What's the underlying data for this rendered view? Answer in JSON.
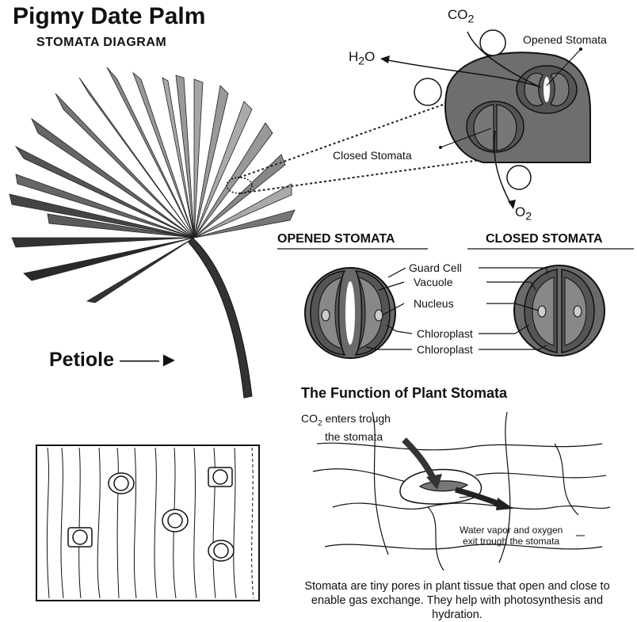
{
  "title": "Pigmy Date Palm",
  "subtitle": "STOMATA DIAGRAM",
  "petiole_label": "Petiole",
  "leaf_inset": {
    "co2": "CO",
    "co2_sub": "2",
    "h2o_a": "H",
    "h2o_sub": "2",
    "h2o_b": "O",
    "o2": "O",
    "o2_sub": "2",
    "opened_label": "Opened Stomata",
    "closed_label": "Closed Stomata"
  },
  "comparison": {
    "opened_header": "OPENED STOMATA",
    "closed_header": "CLOSED STOMATA",
    "parts": [
      "Guard Cell",
      "Vacuole",
      "Nucleus",
      "Chloroplast",
      "Chloroplast"
    ]
  },
  "function": {
    "title": "The Function of Plant Stomata",
    "co2_a": "CO",
    "co2_sub": "2",
    "co2_b": " enters trough",
    "co2_line2": "the stomata",
    "exit_line1": "Water vapor and oxygen",
    "exit_line2": "exit trough the stomata"
  },
  "description": "Stomata are tiny pores in plant tissue that open and close to enable gas exchange. They help with photosynthesis and hydration."
}
